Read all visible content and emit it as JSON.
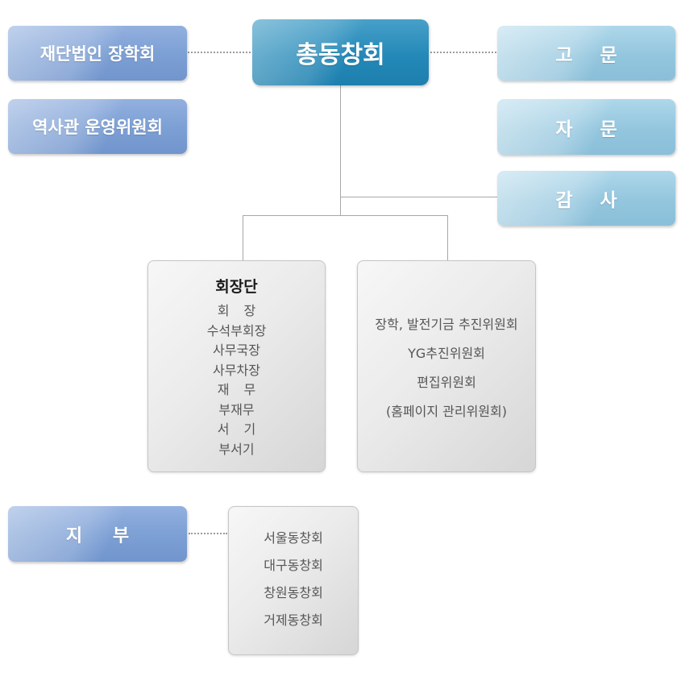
{
  "org": {
    "root": {
      "label": "총동창회"
    },
    "affiliates": [
      {
        "label": "재단법인 장학회"
      },
      {
        "label": "역사관 운영위원회"
      }
    ],
    "advisors": [
      {
        "label": "고 문"
      },
      {
        "label": "자 문"
      },
      {
        "label": "감 사"
      }
    ],
    "president_board": {
      "title": "회장단",
      "members": [
        "회 장",
        "수석부회장",
        "사무국장",
        "사무차장",
        "재 무",
        "부재무",
        "서 기",
        "부서기"
      ]
    },
    "committees": [
      "장학, 발전기금 추진위원회",
      "YG추진위원회",
      "편집위원회",
      "(홈페이지 관리위원회)"
    ],
    "branches": {
      "label": "지 부",
      "chapters": [
        "서울동창회",
        "대구동창회",
        "창원동창회",
        "거제동창회"
      ]
    },
    "colors": {
      "root_box": "#2489b8",
      "affiliate_box": "#7da0d5",
      "advisor_box": "#93c6de",
      "panel_bg": "#e5e5e5",
      "panel_text": "#565656",
      "connector": "#a8a8a8",
      "background": "#ffffff"
    }
  }
}
